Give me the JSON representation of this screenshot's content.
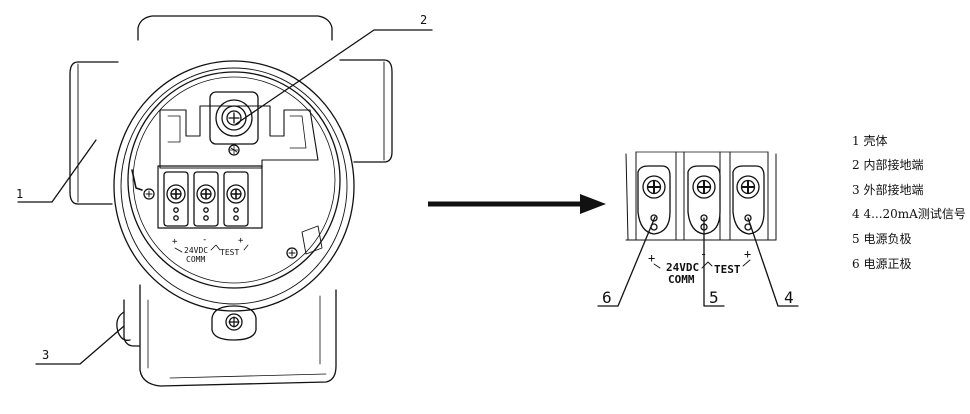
{
  "callouts": {
    "n1": "1",
    "n2": "2",
    "n3": "3",
    "n4": "4",
    "n5": "5",
    "n6": "6"
  },
  "left_terminal": {
    "plus1": "+",
    "minus": "-",
    "plus2": "+",
    "comm_line1": "24VDC",
    "comm_line2": "COMM",
    "test": "TEST"
  },
  "right_terminal": {
    "plus1": "+",
    "minus": "-",
    "plus2": "+",
    "comm_line1": "24VDC",
    "comm_line2": "COMM",
    "test": "TEST"
  },
  "legend": [
    "1 壳体",
    "2 内部接地端",
    "3 外部接地端",
    "4 4...20mA测试信号",
    "5 电源负极",
    "6 电源正极"
  ],
  "colors": {
    "line": "#111111",
    "background": "#ffffff"
  }
}
